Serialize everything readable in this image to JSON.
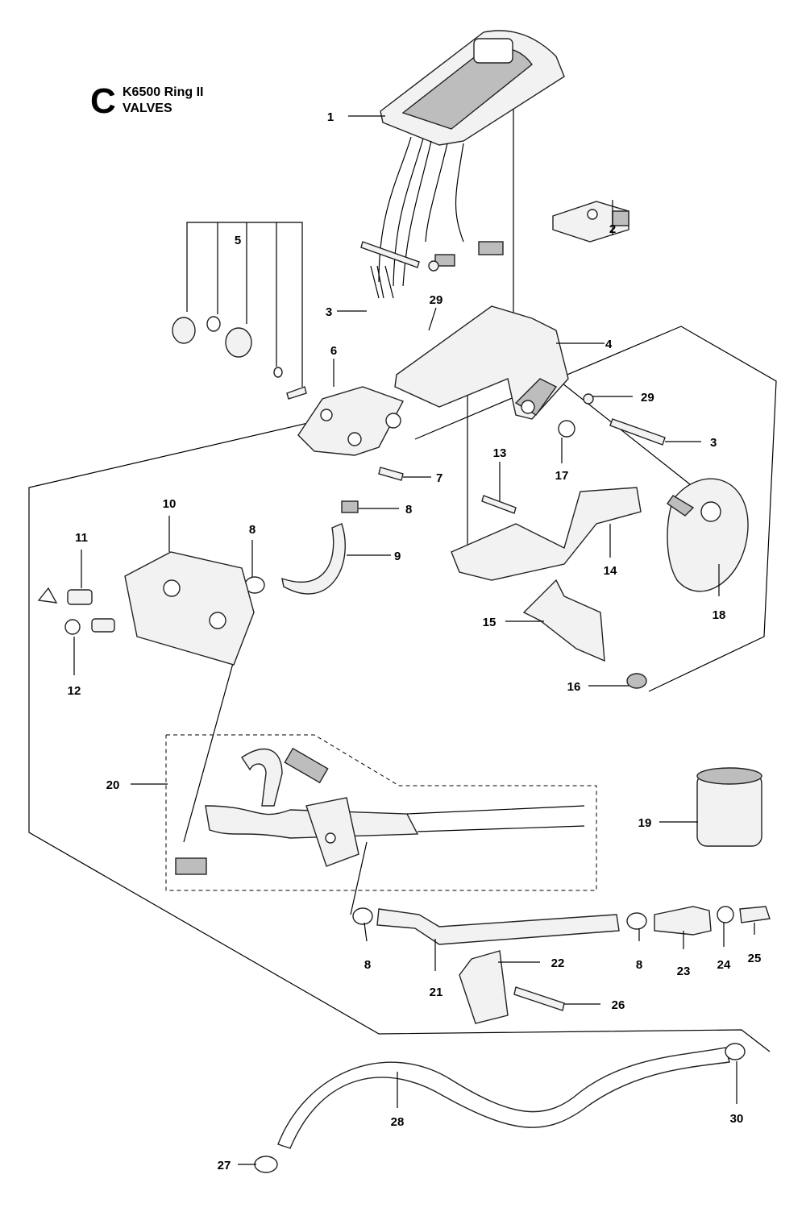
{
  "header": {
    "section_letter": "C",
    "model": "K6500 Ring II",
    "subtitle": "VALVES"
  },
  "callouts": [
    "1",
    "2",
    "3",
    "29",
    "4",
    "5",
    "6",
    "29",
    "3",
    "7",
    "17",
    "13",
    "8",
    "10",
    "8",
    "9",
    "11",
    "14",
    "18",
    "15",
    "12",
    "16",
    "20",
    "19",
    "8",
    "21",
    "22",
    "8",
    "23",
    "24",
    "25",
    "26",
    "28",
    "30",
    "27"
  ]
}
